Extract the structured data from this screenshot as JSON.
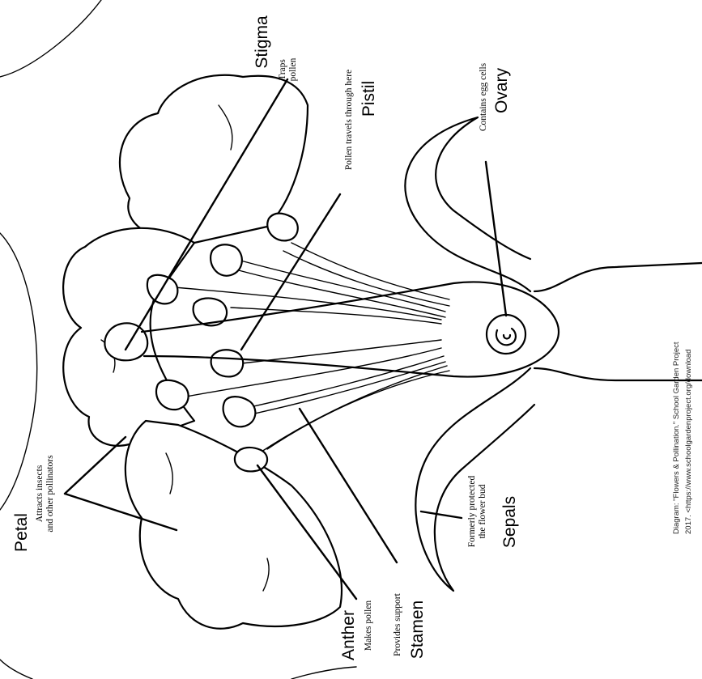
{
  "labels": {
    "stigma": {
      "name": "Stigma",
      "desc_1": "Traps",
      "desc_2": "pollen"
    },
    "pistil": {
      "name": "Pistil",
      "desc": "Pollen travels through here"
    },
    "ovary": {
      "name": "Ovary",
      "desc": "Contains egg cells"
    },
    "petal": {
      "name": "Petal",
      "desc_1": "Attracts insects",
      "desc_2": "and other pollinators"
    },
    "sepals": {
      "name": "Sepals",
      "desc_1": "Formerly protected",
      "desc_2": "the flower bud"
    },
    "anther": {
      "name": "Anther",
      "desc": "Makes pollen"
    },
    "stamen": {
      "name": "Stamen",
      "desc": "Provides support"
    }
  },
  "citation": {
    "line_1": "Diagram: \"Flowers & Pollination.\" School Garden Project",
    "line_2": "2017. <https://www.schoolgardenproject.org/download"
  }
}
